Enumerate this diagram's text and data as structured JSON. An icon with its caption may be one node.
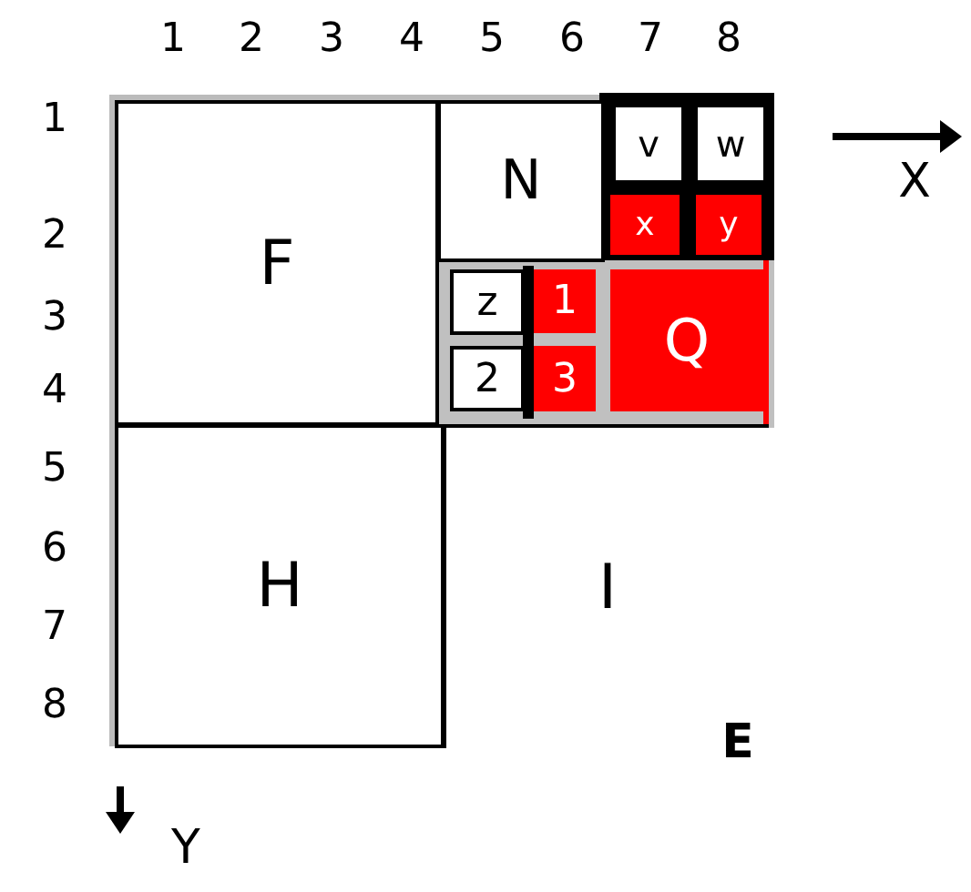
{
  "diagram": {
    "nodes": [
      {
        "text": [
          "F"
        ]
      },
      {
        "text": [
          "N"
        ]
      },
      {
        "text": [
          "v"
        ]
      },
      {
        "text": [
          "w"
        ]
      },
      {
        "text": [
          "x"
        ]
      },
      {
        "text": [
          "y"
        ]
      },
      {
        "text": [
          "z"
        ]
      },
      {
        "text": [
          "1"
        ]
      },
      {
        "text": [
          "Q"
        ]
      },
      {
        "text": [
          "2"
        ]
      },
      {
        "text": [
          "3"
        ]
      },
      {
        "text": [
          "H"
        ]
      },
      {
        "text": [
          "I"
        ]
      }
    ],
    "labels": [
      "1",
      "2",
      "3",
      "4",
      "5",
      "6",
      "7",
      "8",
      "1",
      "X",
      "2",
      "3",
      "4",
      "5",
      "6",
      "7",
      "8",
      "E",
      "Y"
    ]
  }
}
